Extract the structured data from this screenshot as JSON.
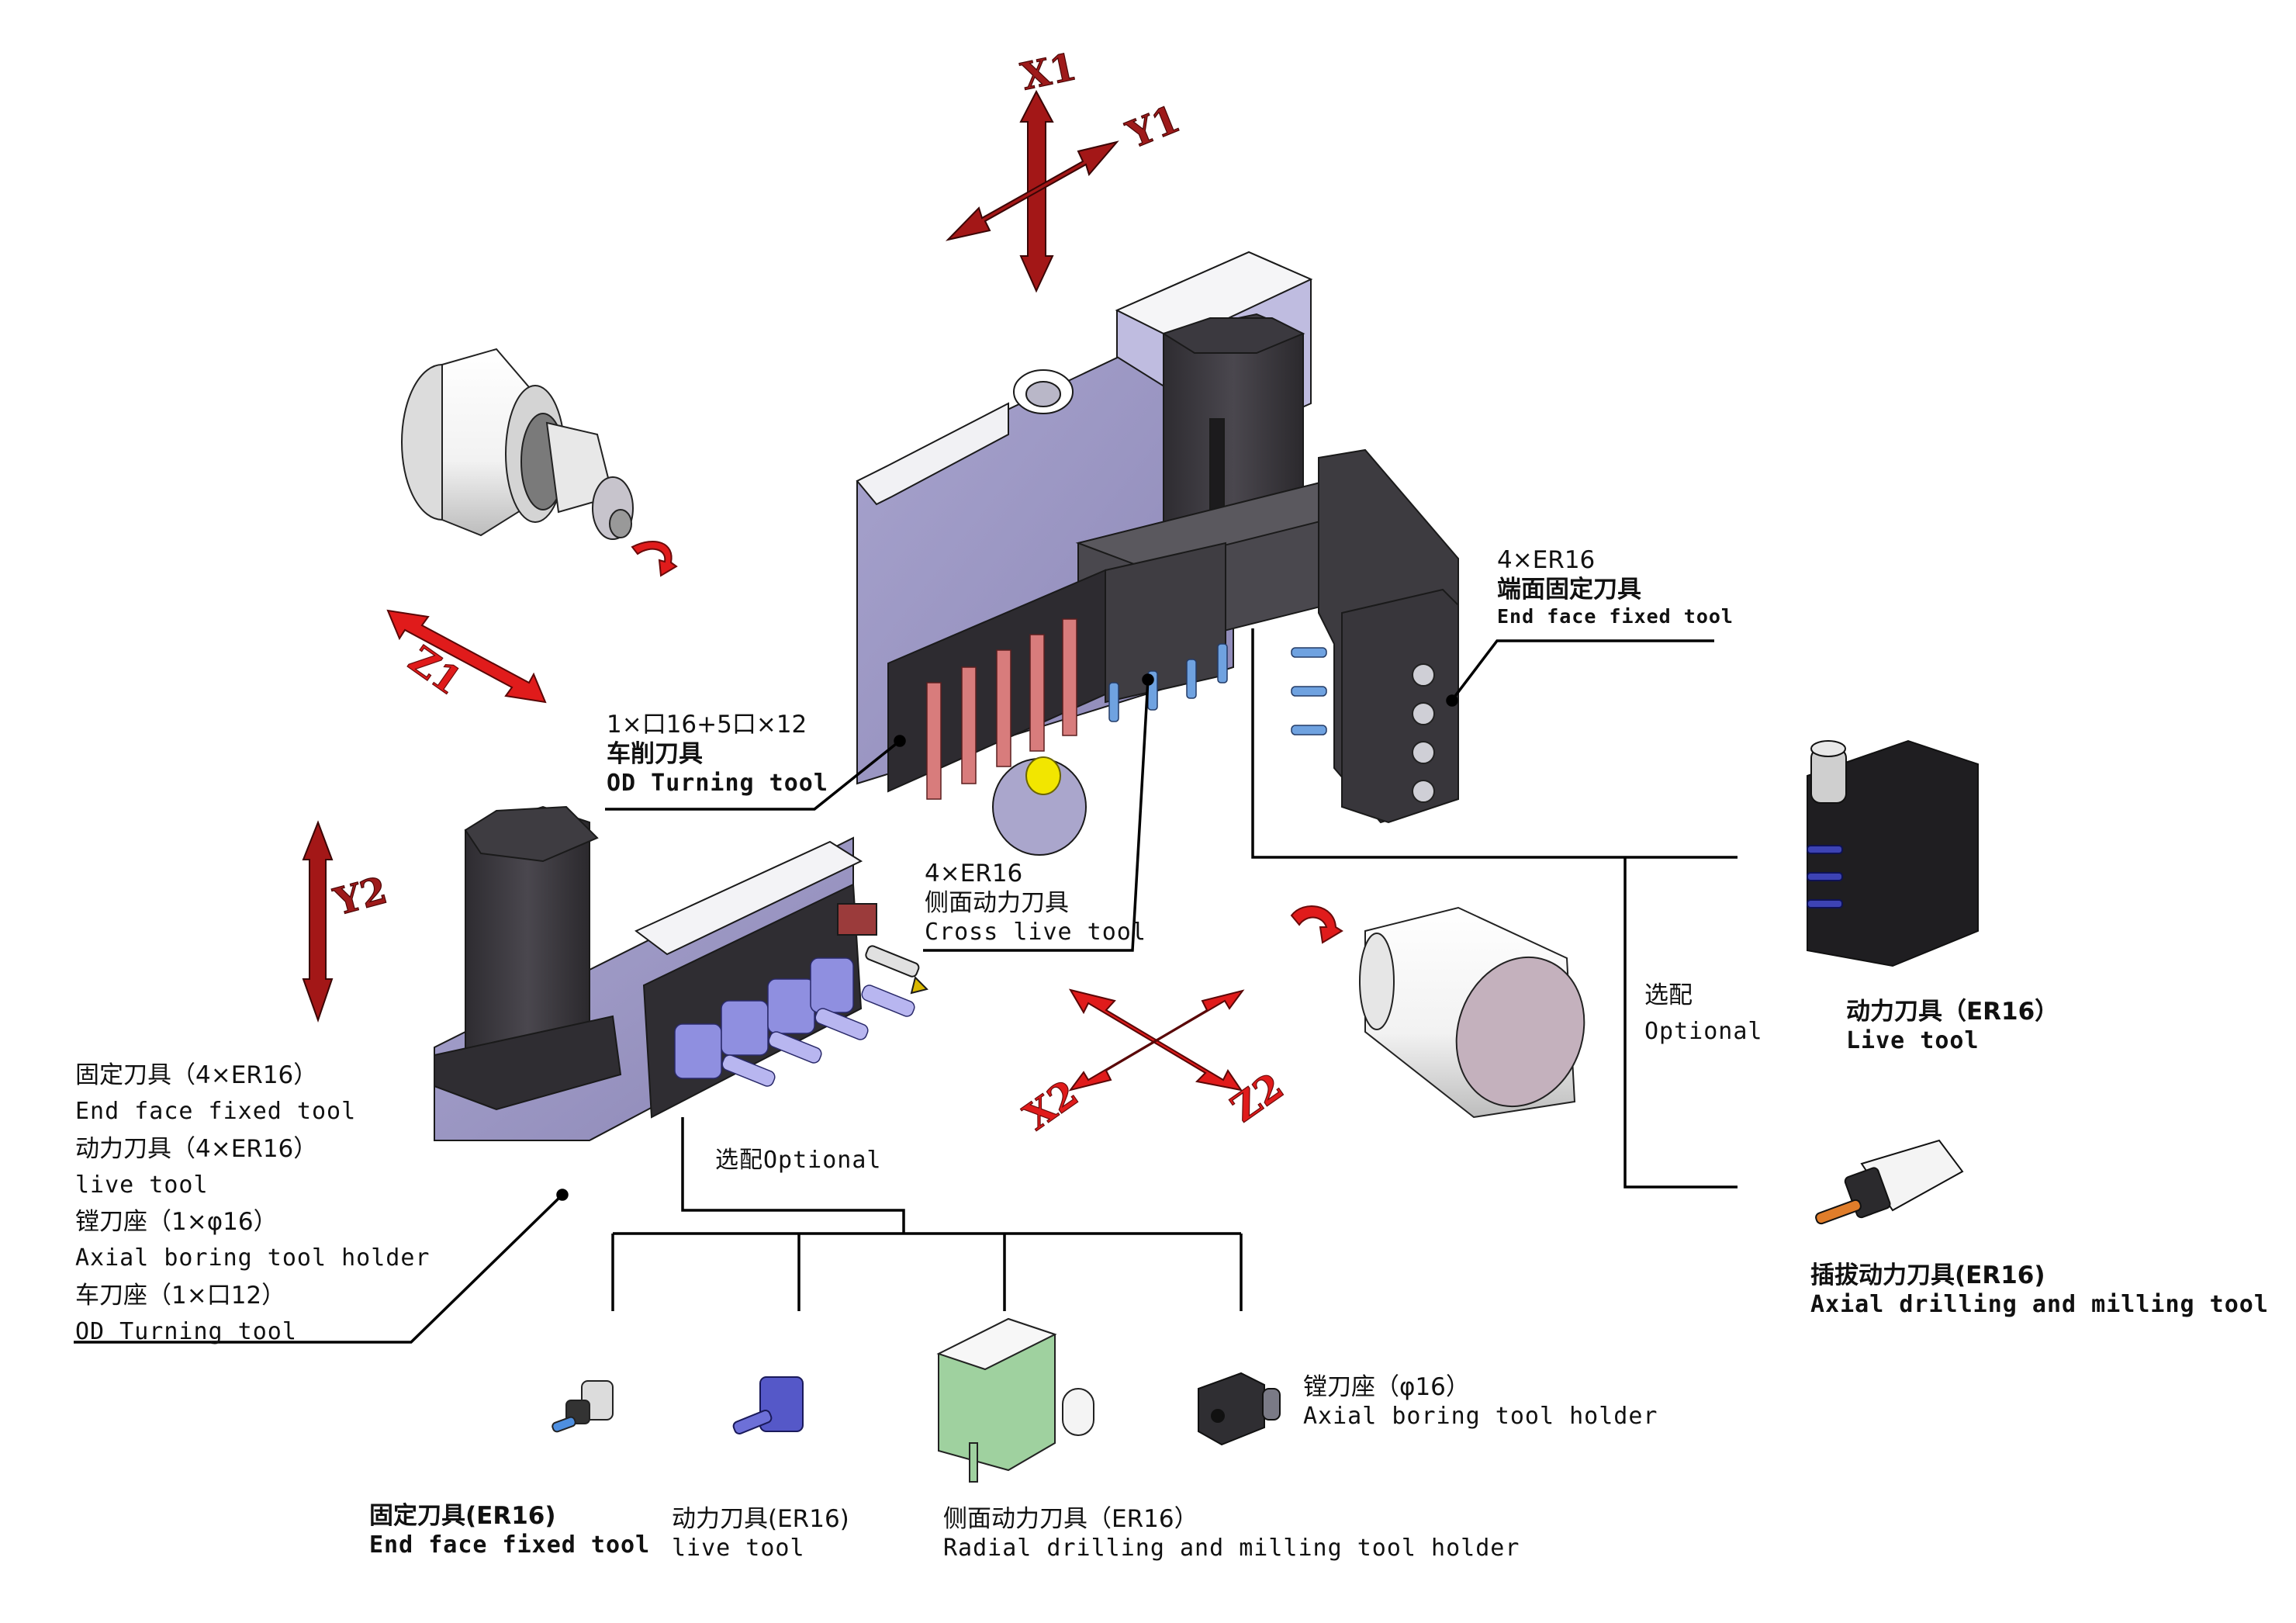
{
  "diagram": {
    "title_hint": "Gang-type turret tooling layout (dual spindle, X1/Y1/Z1 and X2/Y2/Z2 axes)",
    "colors": {
      "axis_dark_red": "#9e1a1a",
      "axis_bright_red": "#e01b1b",
      "machine_lavender": "#9d98c4",
      "machine_dark": "#3d3a40",
      "turning_insert_pink": "#d87c7c",
      "live_tool_blue": "#6b70d6",
      "radial_holder_green": "#9fd19f",
      "leader_line": "#000000"
    },
    "axes": [
      {
        "id": "X1",
        "label": "X1"
      },
      {
        "id": "Y1",
        "label": "Y1"
      },
      {
        "id": "Z1",
        "label": "Z1"
      },
      {
        "id": "Y2",
        "label": "Y2"
      },
      {
        "id": "X2",
        "label": "X2"
      },
      {
        "id": "Z2",
        "label": "Z2"
      }
    ],
    "callouts": {
      "od_turning_top": {
        "spec": "1×口16+5口×12",
        "cn": "车削刀具",
        "en": "OD Turning tool"
      },
      "end_face_top": {
        "spec": "4×ER16",
        "cn": "端面固定刀具",
        "en": "End face fixed tool"
      },
      "cross_live": {
        "spec": "4×ER16",
        "cn": "侧面动力刀具",
        "en": "Cross live tool"
      },
      "lower_turret_list": [
        {
          "cn": "固定刀具（4×ER16）",
          "en": "End face fixed tool"
        },
        {
          "cn": "动力刀具（4×ER16）",
          "en": "live tool"
        },
        {
          "cn": "镗刀座（1×φ16）",
          "en": "Axial boring tool holder"
        },
        {
          "cn": "车刀座（1×口12）",
          "en": "OD Turning tool"
        }
      ],
      "optional_right": {
        "cn": "选配",
        "en": "Optional"
      },
      "optional_bottom": "选配Optional",
      "right_live_tool": {
        "cn": "动力刀具（ER16）",
        "en": "Live tool"
      },
      "right_axial_drill": {
        "cn": "插拔动力刀具(ER16)",
        "en": "Axial drilling and milling tool"
      }
    },
    "bottom_options": [
      {
        "cn": "固定刀具(ER16)",
        "en": "End face fixed tool"
      },
      {
        "cn": "动力刀具(ER16)",
        "en": "live tool"
      },
      {
        "cn": "侧面动力刀具（ER16）",
        "en": "Radial drilling and milling tool holder"
      },
      {
        "cn": "镗刀座（φ16）",
        "en": "Axial boring tool holder"
      }
    ]
  }
}
